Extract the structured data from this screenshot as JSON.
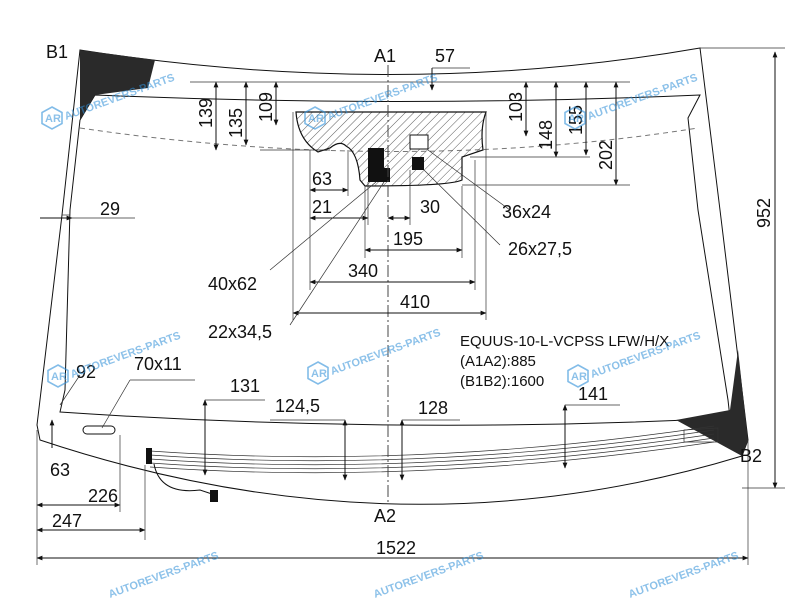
{
  "points": {
    "a1": "A1",
    "a2": "A2",
    "b1": "B1",
    "b2": "B2"
  },
  "info": {
    "code": "EQUUS-10-L-VCPSS LFW/H/X",
    "a1a2": "(A1A2):885",
    "b1b2": "(B1B2):1600"
  },
  "dimensions": {
    "d57": "57",
    "d139": "139",
    "d135": "135",
    "d109": "109",
    "d103": "103",
    "d148": "148",
    "d155": "155",
    "d202": "202",
    "d952": "952",
    "d29": "29",
    "d63_top": "63",
    "d21": "21",
    "d30": "30",
    "d36x24": "36x24",
    "d195": "195",
    "d26x27_5": "26x27,5",
    "d340": "340",
    "d40x62": "40x62",
    "d410": "410",
    "d22x34_5": "22x34,5",
    "d92": "92",
    "d70x11": "70x11",
    "d131": "131",
    "d124_5": "124,5",
    "d128": "128",
    "d141": "141",
    "d63_bottom": "63",
    "d226": "226",
    "d247": "247",
    "d1522": "1522"
  },
  "watermark": {
    "logo": "AR",
    "text": "AUTOREVERS-PARTS"
  },
  "colors": {
    "line": "#111111",
    "shade": "#2a2a2a",
    "watermark": "#2f8fd8"
  }
}
